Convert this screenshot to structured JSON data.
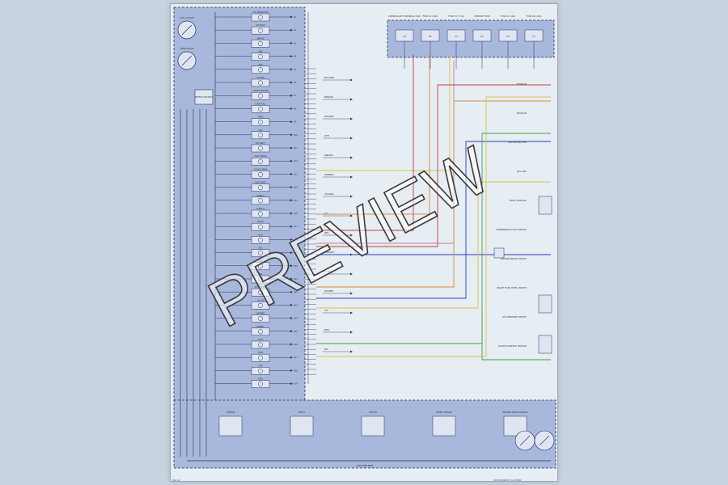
{
  "watermark": "PREVIEW",
  "panel": {
    "gauges": [
      {
        "label": "FUEL GAUGE"
      },
      {
        "label": "TEMP GAUGE"
      }
    ],
    "module": "METER CONTROL",
    "indicator_rows": [
      "OIL PRESSURE",
      "CHARGE",
      "BRAKE",
      "ABS",
      "SRS",
      "CRUISE",
      "CHECK ENGINE",
      "LOW FUEL",
      "TPMS",
      "VSA",
      "SECURITY",
      "HIGH BEAM",
      "DOOR OPEN",
      "SEAT BELT",
      "TURN L",
      "TURN R",
      "MAINT",
      "ECO",
      "DRL",
      "FOG",
      "IMA",
      "AUTO STOP",
      "ILLUM",
      "DIMMER",
      "SPEED",
      "TACH",
      "ODO",
      "TRIP",
      "GND"
    ],
    "bottom_bus": "GROUND BUS",
    "bottom_labels": [
      "SENSOR",
      "RELAY",
      "SWITCH",
      "SPEED SENSOR",
      "ENGINE SPEED SENSOR"
    ]
  },
  "fuses": [
    {
      "label": "UNDER-DASH FUSE/RELAY BOX",
      "pin": "A4"
    },
    {
      "label": "FUSE 12 (10A)",
      "pin": "B2"
    },
    {
      "label": "FUSE 15 (7.5A)",
      "pin": "C3"
    },
    {
      "label": "MEMORY FUSE",
      "pin": "D1"
    },
    {
      "label": "FUSE 21 (10A)",
      "pin": "E2"
    },
    {
      "label": "FUSE 24 (15A)",
      "pin": "F4"
    }
  ],
  "wire_labels": [
    "BLU/ORN",
    "BRN/YEL",
    "GRY/RED",
    "WHT",
    "PNK/BLU",
    "GRN/BLK",
    "YEL/GRN",
    "BLK",
    "RED",
    "ORN/WHT",
    "LT GRN",
    "BLU/RED",
    "VIO",
    "BRN",
    "BLU"
  ],
  "right_labels": [
    "ECM/PCM",
    "ECM/PCM",
    "ABS MODULATOR",
    "SRS UNIT",
    "BODY CONTROL",
    "COMBINATION LIGHT SWITCH",
    "PARKING BRAKE SWITCH",
    "BRAKE FLUID LEVEL SWITCH",
    "OIL PRESSURE SWITCH",
    "GAUGE CONTROL MODULE"
  ],
  "colors": {
    "panel_fill": "#a8b8dc",
    "line": "#26305a",
    "yellow": "#d9c24a",
    "orange": "#d98a3c",
    "red": "#c0404a",
    "blue": "#2c3cb8",
    "green": "#4a9a4a",
    "pink": "#c87a90"
  },
  "footer": {
    "left": "ME 1/2",
    "right": "INSTRUMENT CLUSTER"
  }
}
